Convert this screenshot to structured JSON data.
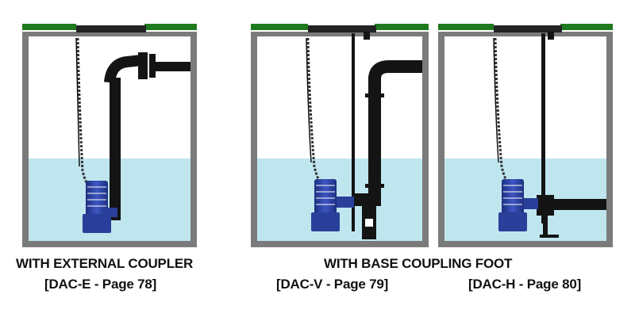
{
  "captions": {
    "external_title": "WITH EXTERNAL COUPLER",
    "external_ref": "[DAC-E - Page 78]",
    "base_title": "WITH BASE COUPLING FOOT",
    "vertical_ref": "[DAC-V - Page 79]",
    "horizontal_ref": "[DAC-H - Page 80]"
  },
  "colors": {
    "water": "#bfe6ef",
    "wall": "#7b7b7b",
    "grass": "#1f7a1f",
    "pipe": "#141414",
    "pump": "#2a3f9a",
    "chain": "#333333"
  }
}
